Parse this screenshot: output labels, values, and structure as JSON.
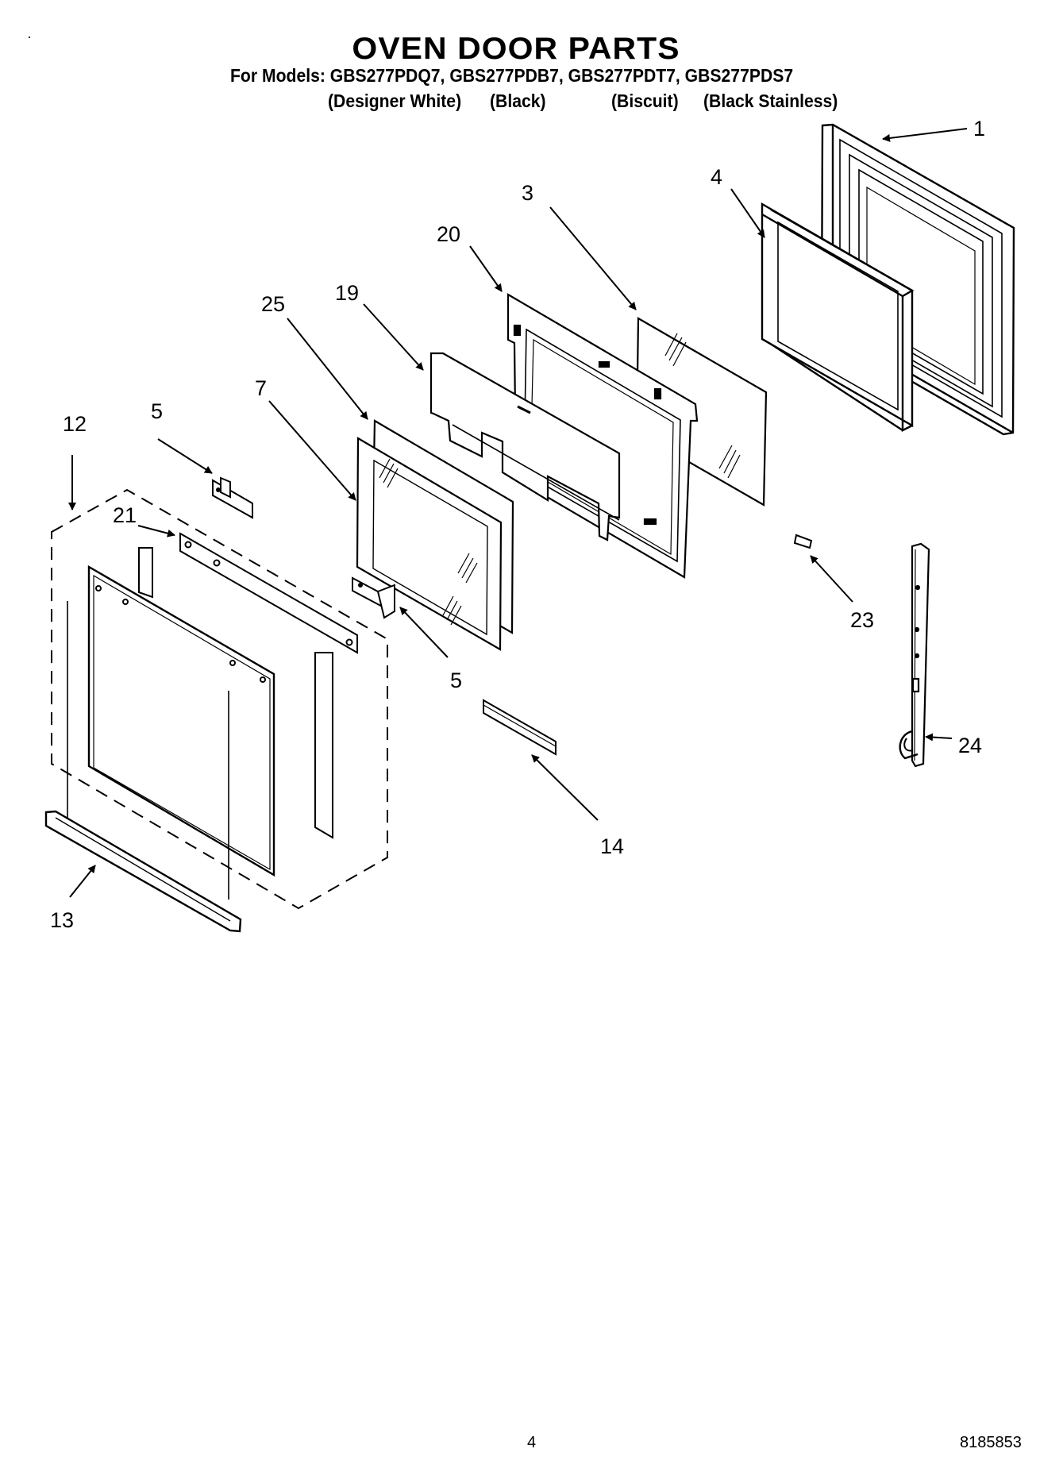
{
  "header": {
    "title": "OVEN DOOR PARTS",
    "models_line": "For Models: GBS277PDQ7, GBS277PDB7, GBS277PDT7, GBS277PDS7",
    "variants": [
      "(Designer White)",
      "(Black)",
      "(Biscuit)",
      "(Black Stainless)"
    ]
  },
  "callouts": {
    "c1": "1",
    "c3": "3",
    "c4": "4",
    "c20": "20",
    "c25": "25",
    "c19": "19",
    "c7": "7",
    "c12": "12",
    "c5a": "5",
    "c21": "21",
    "c5b": "5",
    "c23": "23",
    "c24": "24",
    "c14": "14",
    "c13": "13"
  },
  "footer": {
    "page_number": "4",
    "document_number": "8185853"
  },
  "colors": {
    "line": "#000000",
    "background": "#ffffff"
  }
}
